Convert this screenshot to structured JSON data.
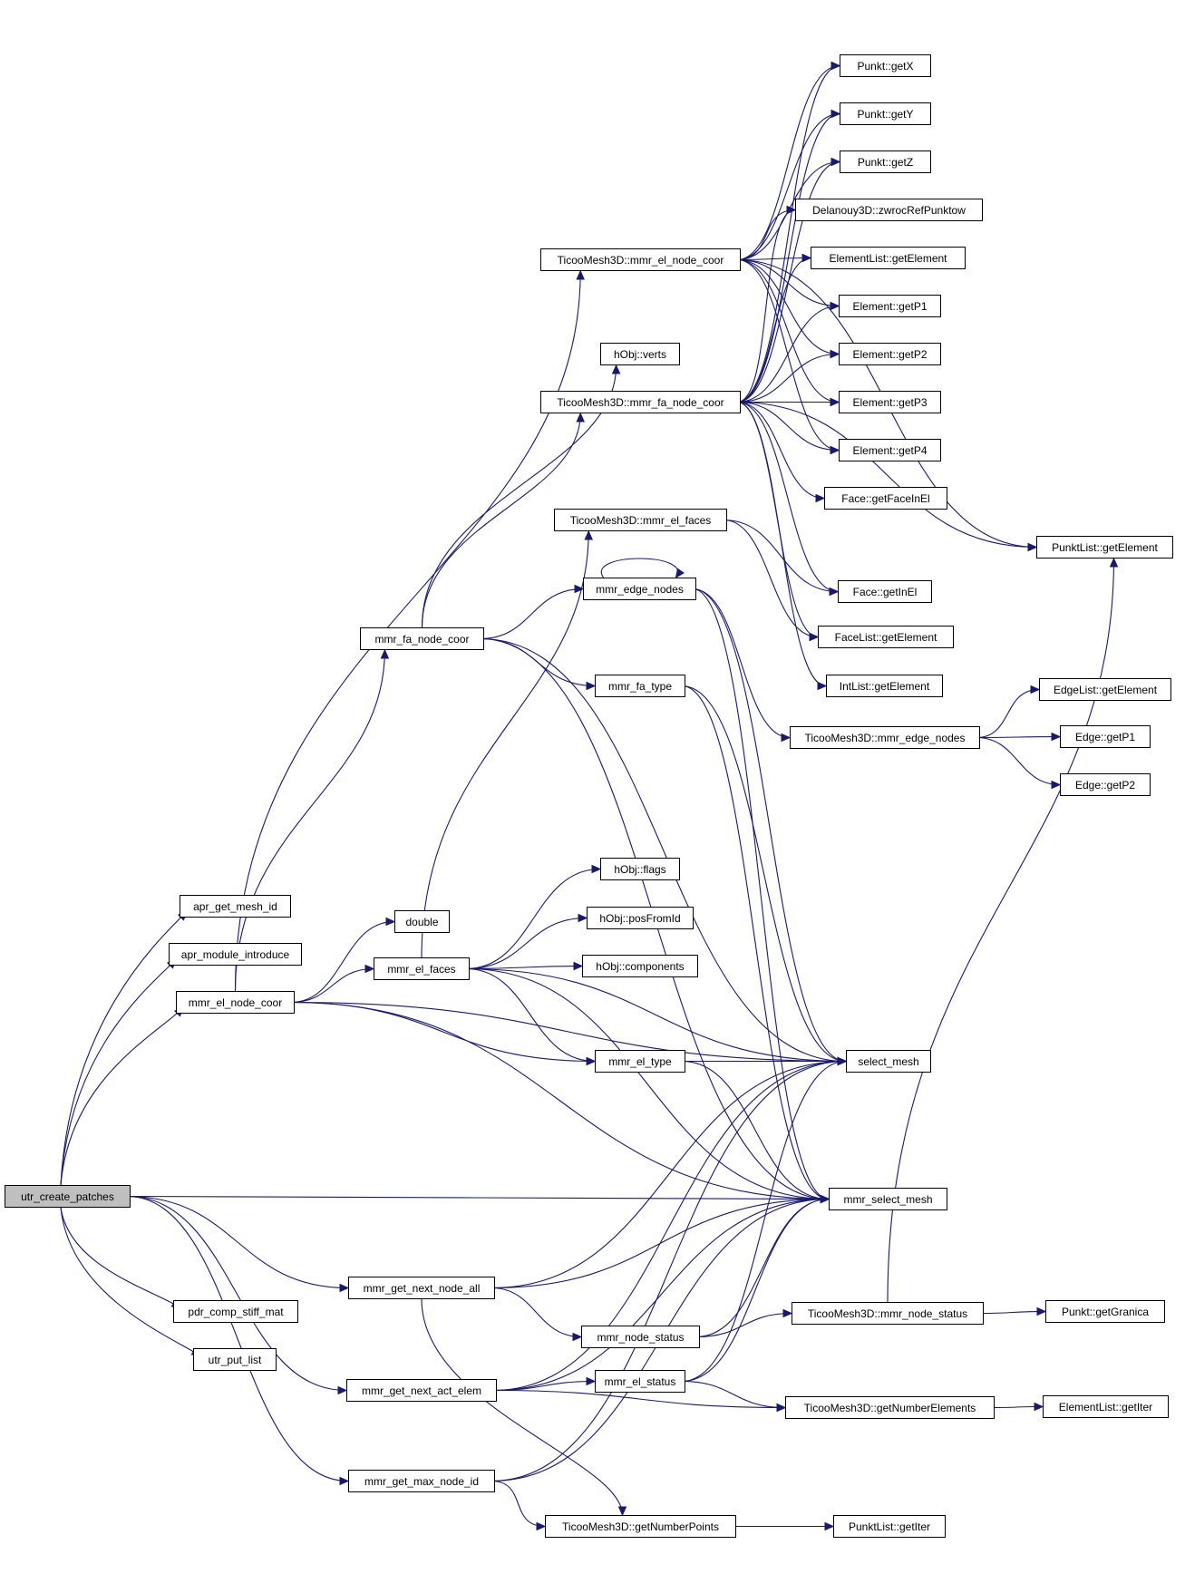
{
  "graph": {
    "root": "utr_create_patches",
    "nodes": [
      {
        "id": "n_root",
        "label": "utr_create_patches",
        "root": true
      },
      {
        "id": "n_apr_mesh",
        "label": "apr_get_mesh_id"
      },
      {
        "id": "n_apr_mod",
        "label": "apr_module_introduce"
      },
      {
        "id": "n_elnc",
        "label": "mmr_el_node_coor"
      },
      {
        "id": "n_pdr",
        "label": "pdr_comp_stiff_mat"
      },
      {
        "id": "n_putlist",
        "label": "utr_put_list"
      },
      {
        "id": "n_nextnode",
        "label": "mmr_get_next_node_all"
      },
      {
        "id": "n_nextelem",
        "label": "mmr_get_next_act_elem"
      },
      {
        "id": "n_maxnode",
        "label": "mmr_get_max_node_id"
      },
      {
        "id": "n_fanc",
        "label": "mmr_fa_node_coor"
      },
      {
        "id": "n_double",
        "label": "double"
      },
      {
        "id": "n_elfaces",
        "label": "mmr_el_faces"
      },
      {
        "id": "n_t_elnc",
        "label": "TicooMesh3D::mmr_el_node_coor"
      },
      {
        "id": "n_verts",
        "label": "hObj::verts"
      },
      {
        "id": "n_t_fanc",
        "label": "TicooMesh3D::mmr_fa_node_coor"
      },
      {
        "id": "n_t_elfaces",
        "label": "TicooMesh3D::mmr_el_faces"
      },
      {
        "id": "n_edgenodes",
        "label": "mmr_edge_nodes"
      },
      {
        "id": "n_fatype",
        "label": "mmr_fa_type"
      },
      {
        "id": "n_flags",
        "label": "hObj::flags"
      },
      {
        "id": "n_posfromid",
        "label": "hObj::posFromId"
      },
      {
        "id": "n_components",
        "label": "hObj::components"
      },
      {
        "id": "n_eltype",
        "label": "mmr_el_type"
      },
      {
        "id": "n_nodestatus",
        "label": "mmr_node_status"
      },
      {
        "id": "n_elstatus",
        "label": "mmr_el_status"
      },
      {
        "id": "n_t_numpoints",
        "label": "TicooMesh3D::getNumberPoints"
      },
      {
        "id": "n_getx",
        "label": "Punkt::getX"
      },
      {
        "id": "n_gety",
        "label": "Punkt::getY"
      },
      {
        "id": "n_getz",
        "label": "Punkt::getZ"
      },
      {
        "id": "n_delanouy",
        "label": "Delanouy3D::zwrocRefPunktow"
      },
      {
        "id": "n_ellist",
        "label": "ElementList::getElement"
      },
      {
        "id": "n_p1",
        "label": "Element::getP1"
      },
      {
        "id": "n_p2",
        "label": "Element::getP2"
      },
      {
        "id": "n_p3",
        "label": "Element::getP3"
      },
      {
        "id": "n_p4",
        "label": "Element::getP4"
      },
      {
        "id": "n_faceinel",
        "label": "Face::getFaceInEl"
      },
      {
        "id": "n_faceginel",
        "label": "Face::getInEl"
      },
      {
        "id": "n_facelist",
        "label": "FaceList::getElement"
      },
      {
        "id": "n_intlist",
        "label": "IntList::getElement"
      },
      {
        "id": "n_t_edgenodes",
        "label": "TicooMesh3D::mmr_edge_nodes"
      },
      {
        "id": "n_selmesh",
        "label": "select_mesh"
      },
      {
        "id": "n_mmrselmesh",
        "label": "mmr_select_mesh"
      },
      {
        "id": "n_t_nodestatus",
        "label": "TicooMesh3D::mmr_node_status"
      },
      {
        "id": "n_t_numelems",
        "label": "TicooMesh3D::getNumberElements"
      },
      {
        "id": "n_pklist_iter",
        "label": "PunktList::getIter"
      },
      {
        "id": "n_pklist_el",
        "label": "PunktList::getElement"
      },
      {
        "id": "n_edgelist",
        "label": "EdgeList::getElement"
      },
      {
        "id": "n_edgep1",
        "label": "Edge::getP1"
      },
      {
        "id": "n_edgep2",
        "label": "Edge::getP2"
      },
      {
        "id": "n_granica",
        "label": "Punkt::getGranica"
      },
      {
        "id": "n_ellist_iter",
        "label": "ElementList::getIter"
      }
    ]
  }
}
